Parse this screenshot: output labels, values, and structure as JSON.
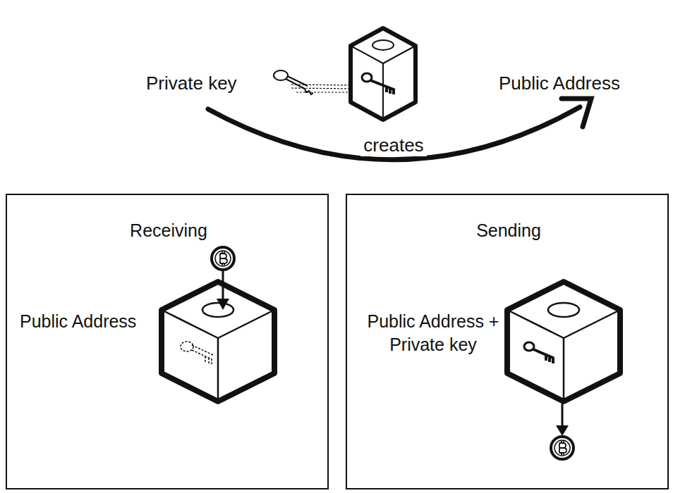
{
  "diagram": {
    "nodes": [
      {
        "text": [
          "Receiving",
          "Public Address"
        ]
      },
      {
        "text": [
          "Sending",
          "Public Address + Private key"
        ]
      }
    ],
    "labels": [
      "Private key",
      "creates",
      "Public Address"
    ]
  }
}
